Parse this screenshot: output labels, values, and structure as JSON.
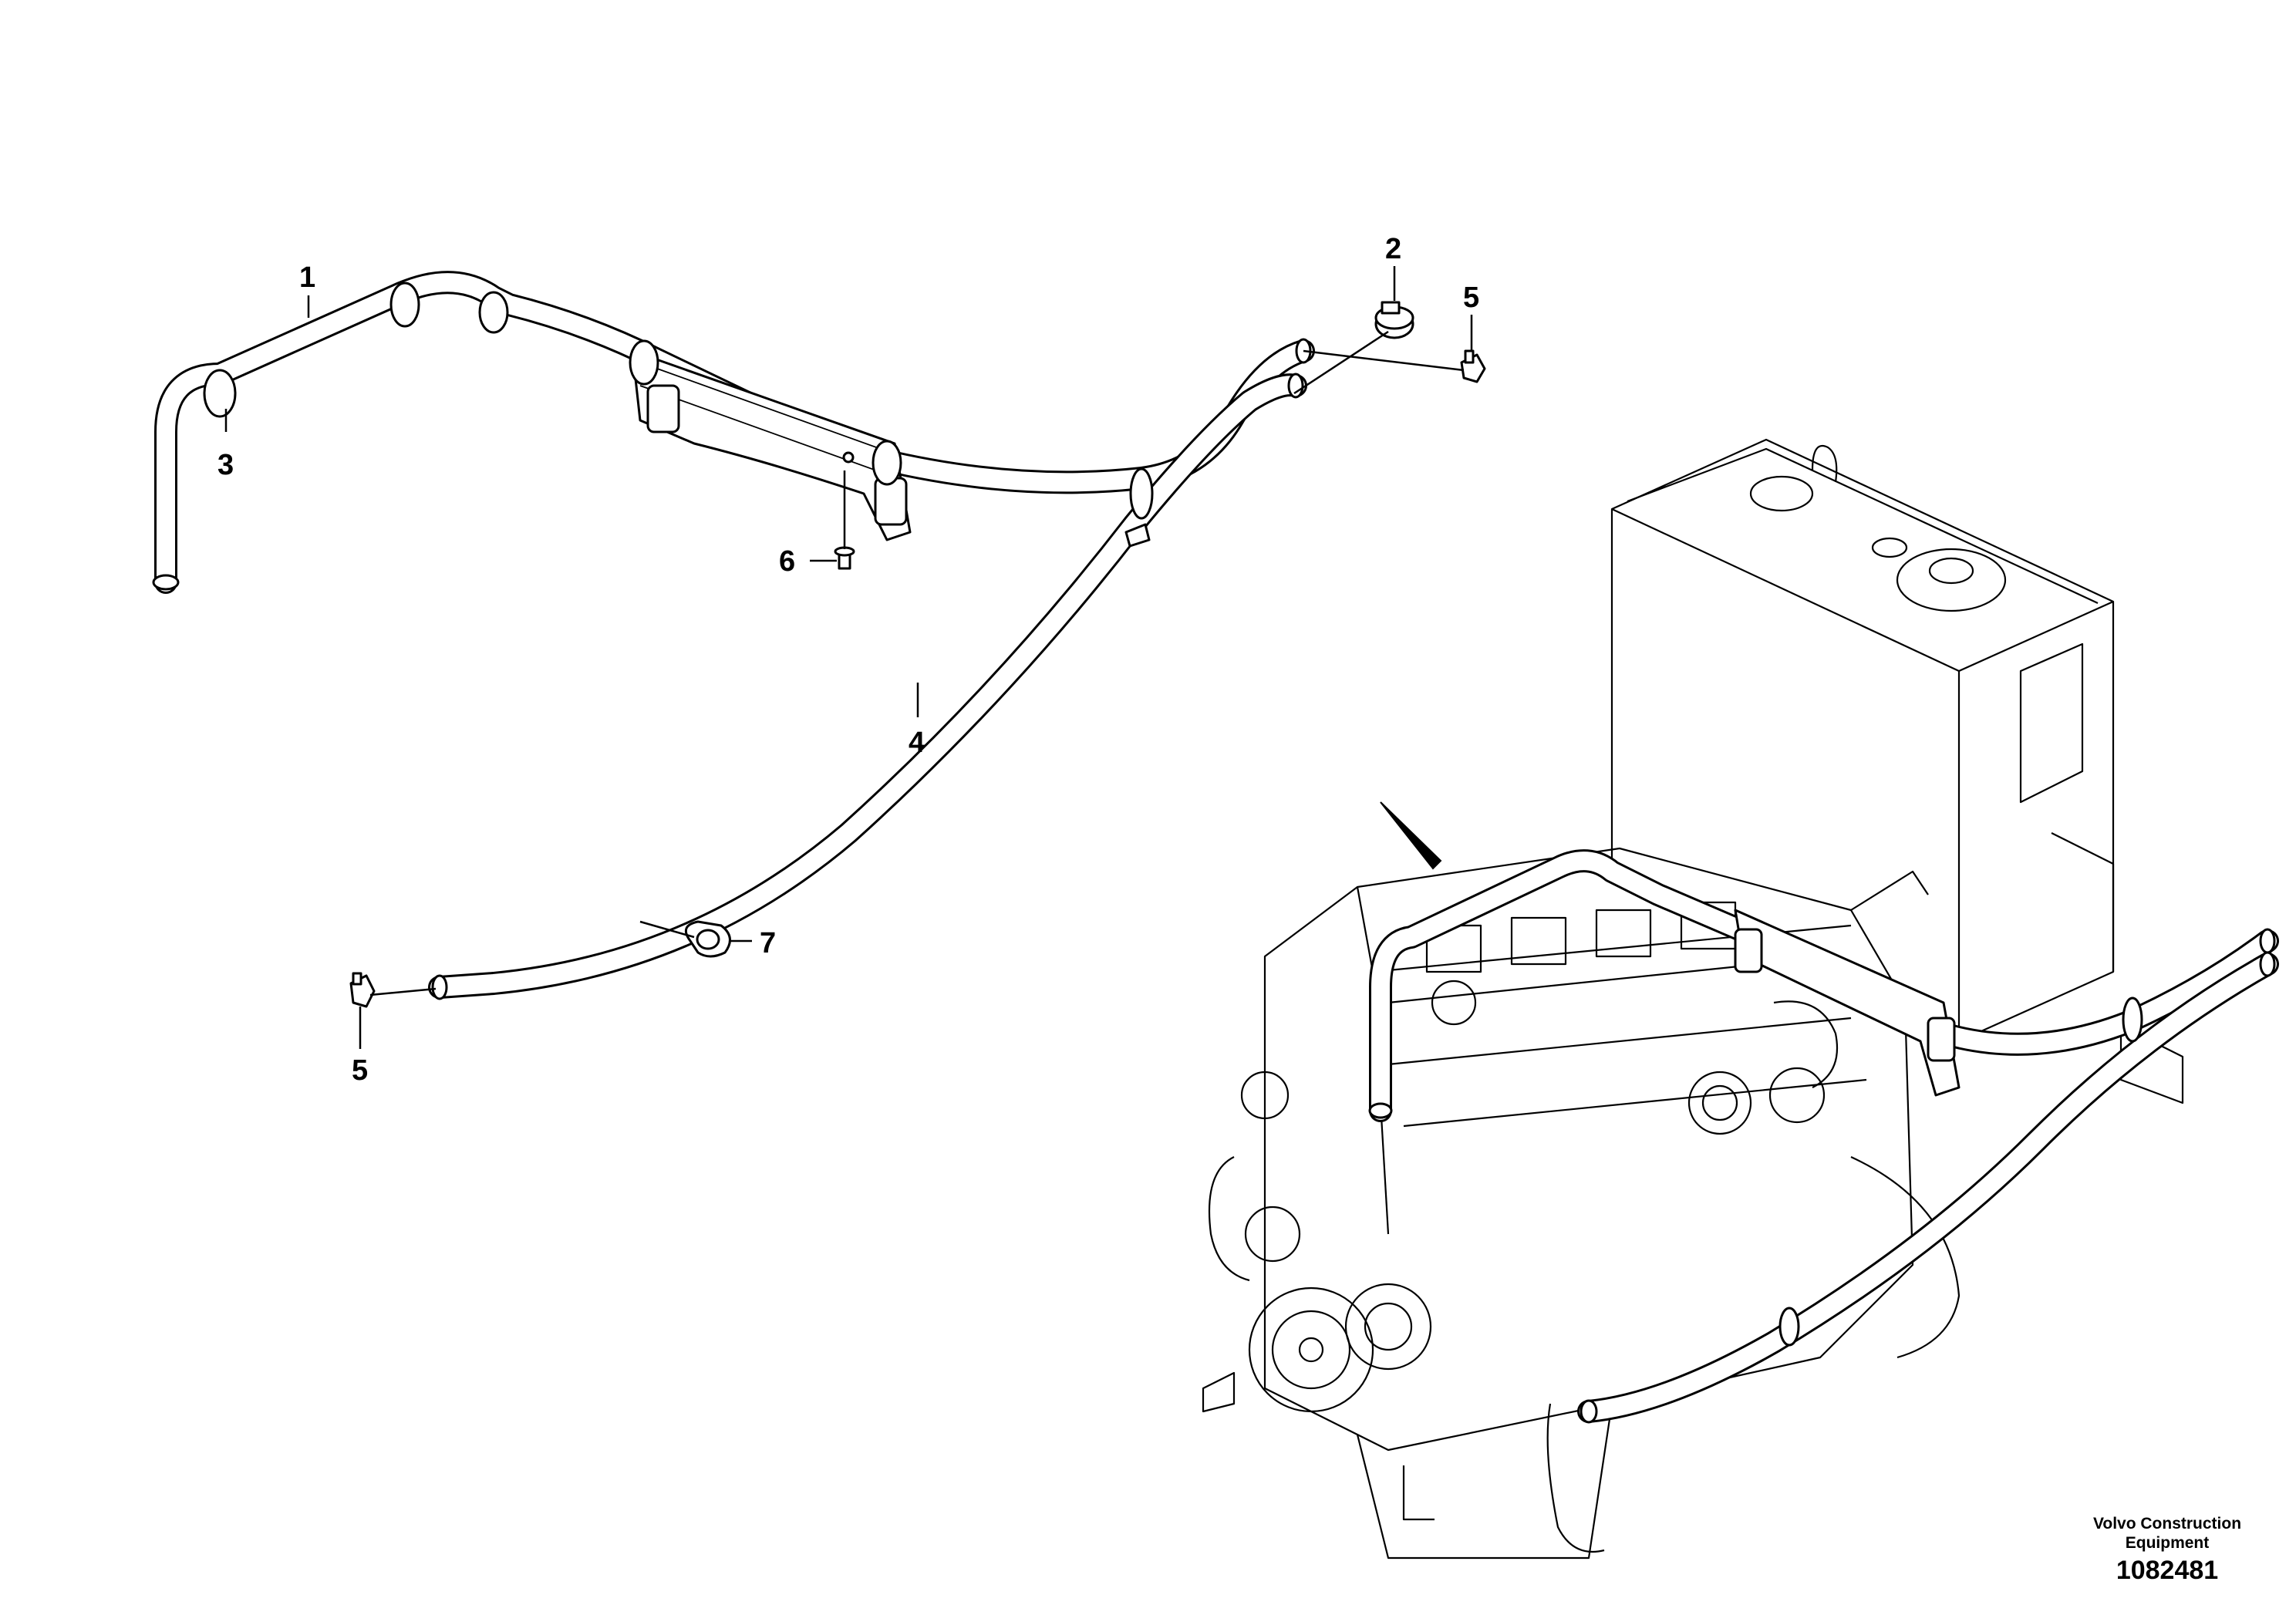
{
  "callouts": [
    {
      "id": "1",
      "label": "1"
    },
    {
      "id": "2",
      "label": "2"
    },
    {
      "id": "3",
      "label": "3"
    },
    {
      "id": "4",
      "label": "4"
    },
    {
      "id": "5a",
      "label": "5"
    },
    {
      "id": "5b",
      "label": "5"
    },
    {
      "id": "6",
      "label": "6"
    },
    {
      "id": "7",
      "label": "7"
    }
  ],
  "footer": {
    "company_line1": "Volvo Construction",
    "company_line2": "Equipment",
    "document_number": "1082481"
  }
}
